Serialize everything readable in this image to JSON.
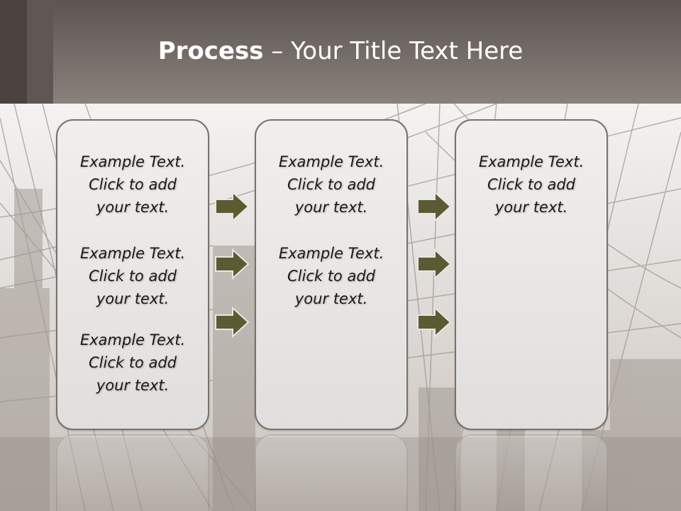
{
  "slide": {
    "title_bold": "Process",
    "title_rest": " – Your Title Text Here"
  },
  "columns": [
    {
      "blocks": [
        {
          "line1": "Example Text.",
          "line2": "Click  to add",
          "line3": "your text."
        },
        {
          "line1": "Example Text.",
          "line2": "Click  to add",
          "line3": "your text."
        },
        {
          "line1": "Example Text.",
          "line2": "Click  to add",
          "line3": "your text."
        }
      ]
    },
    {
      "blocks": [
        {
          "line1": "Example Text.",
          "line2": "Click  to add",
          "line3": "your text."
        },
        {
          "line1": "Example Text.",
          "line2": "Click  to add",
          "line3": "your text."
        }
      ]
    },
    {
      "blocks": [
        {
          "line1": "Example Text.",
          "line2": "Click  to add",
          "line3": "your text."
        }
      ]
    }
  ],
  "colors": {
    "header_dark": "#4a4340",
    "header_mid": "#8a817c",
    "arrow_fill": "#5b5a32",
    "panel_border": "#7a716c"
  },
  "icons": [
    "right-arrow-icon"
  ]
}
